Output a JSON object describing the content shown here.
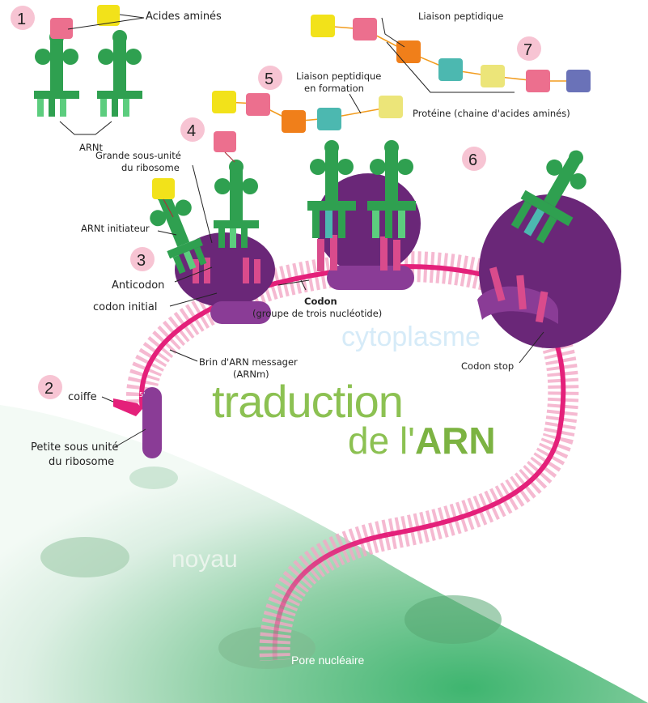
{
  "title": {
    "line1": "traduction",
    "line2_pre": "de l'",
    "line2_bold": "ARN"
  },
  "regions": {
    "cytoplasm": "cytoplasme",
    "nucleus": "noyau",
    "pore": "Pore nucléaire"
  },
  "steps": [
    "1",
    "2",
    "3",
    "4",
    "5",
    "6",
    "7"
  ],
  "labels": {
    "amino_acids": "Acides aminés",
    "trna": "ARNt",
    "large_subunit_1": "Grande sous-unité",
    "large_subunit_2": "du ribosome",
    "initiator_trna": "ARNt initiateur",
    "anticodon": "Anticodon",
    "start_codon": "codon initial",
    "codon_title": "Codon",
    "codon_desc": "(groupe de trois nucléotide)",
    "mrna_1": "Brin d'ARN messager",
    "mrna_2": "(ARNm)",
    "cap": "coiffe",
    "cap_mark": "5'",
    "small_subunit_1": "Petite sous unité",
    "small_subunit_2": "du ribosome",
    "peptide_bond": "Liaison peptidique",
    "peptide_forming_1": "Liaison peptidique",
    "peptide_forming_2": "en formation",
    "protein": "Protéine (chaine d'acides aminés)",
    "stop_codon": "Codon stop"
  },
  "colors": {
    "amino_pink": "#ec6f8e",
    "amino_yellow": "#f2e21a",
    "amino_orange": "#f07f1a",
    "amino_teal": "#4cb8b0",
    "amino_pale_yellow": "#ece579",
    "amino_blue": "#6a72b8",
    "trna_green": "#2fa050",
    "ribosome_purple": "#6a2778",
    "small_subunit_purple": "#8a3c96",
    "mrna_magenta": "#e4207a",
    "nucleus_green": "#3eb56f",
    "title_green": "#8cc152"
  }
}
